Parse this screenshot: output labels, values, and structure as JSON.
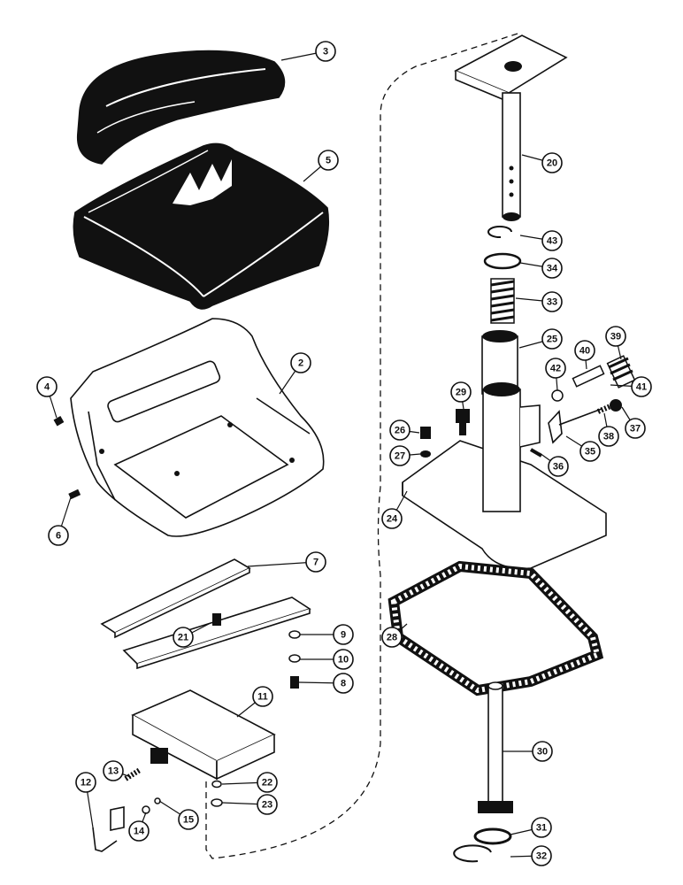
{
  "diagram": {
    "callouts": [
      {
        "id": "3",
        "label": "3"
      },
      {
        "id": "5",
        "label": "5"
      },
      {
        "id": "2",
        "label": "2"
      },
      {
        "id": "4",
        "label": "4"
      },
      {
        "id": "6",
        "label": "6"
      },
      {
        "id": "7",
        "label": "7"
      },
      {
        "id": "21",
        "label": "21"
      },
      {
        "id": "9",
        "label": "9"
      },
      {
        "id": "10",
        "label": "10"
      },
      {
        "id": "8",
        "label": "8"
      },
      {
        "id": "11",
        "label": "11"
      },
      {
        "id": "12",
        "label": "12"
      },
      {
        "id": "13",
        "label": "13"
      },
      {
        "id": "14",
        "label": "14"
      },
      {
        "id": "15",
        "label": "15"
      },
      {
        "id": "22",
        "label": "22"
      },
      {
        "id": "23",
        "label": "23"
      },
      {
        "id": "20",
        "label": "20"
      },
      {
        "id": "43",
        "label": "43"
      },
      {
        "id": "34",
        "label": "34"
      },
      {
        "id": "33",
        "label": "33"
      },
      {
        "id": "25",
        "label": "25"
      },
      {
        "id": "39",
        "label": "39"
      },
      {
        "id": "40",
        "label": "40"
      },
      {
        "id": "42",
        "label": "42"
      },
      {
        "id": "41",
        "label": "41"
      },
      {
        "id": "29",
        "label": "29"
      },
      {
        "id": "26",
        "label": "26"
      },
      {
        "id": "37",
        "label": "37"
      },
      {
        "id": "38",
        "label": "38"
      },
      {
        "id": "27",
        "label": "27"
      },
      {
        "id": "36",
        "label": "36"
      },
      {
        "id": "35",
        "label": "35"
      },
      {
        "id": "24",
        "label": "24"
      },
      {
        "id": "28",
        "label": "28"
      },
      {
        "id": "30",
        "label": "30"
      },
      {
        "id": "31",
        "label": "31"
      },
      {
        "id": "32",
        "label": "32"
      }
    ]
  }
}
